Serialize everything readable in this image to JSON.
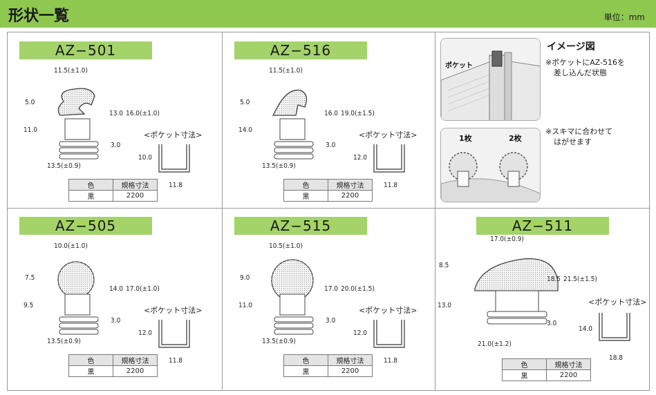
{
  "header": {
    "title": "形状一覧",
    "unit": "単位：mm"
  },
  "spec_table": {
    "col_color": "色",
    "col_size": "規格寸法"
  },
  "products": [
    {
      "id": "AZ-501",
      "label": "AZ−501",
      "dims": {
        "width": "11.5(±1.0)",
        "top_left": "5.0",
        "left": "11.0",
        "inner_h": "13.0",
        "total_h": "16.0(±1.0)",
        "base": "3.0",
        "bottom": "13.5(±0.9)"
      },
      "pocket": {
        "label": "<ポケット寸法>",
        "h": "10.0",
        "w": "11.8"
      },
      "spec": {
        "color": "黒",
        "size": "2200"
      }
    },
    {
      "id": "AZ-516",
      "label": "AZ−516",
      "dims": {
        "width": "11.5(±1.0)",
        "top_left": "5.0",
        "left": "14.0",
        "inner_h": "16.0",
        "total_h": "19.0(±1.5)",
        "base": "3.0",
        "bottom": "13.5(±0.9)"
      },
      "pocket": {
        "label": "<ポケット寸法>",
        "h": "12.0",
        "w": "11.8"
      },
      "spec": {
        "color": "黒",
        "size": "2200"
      }
    },
    {
      "id": "AZ-505",
      "label": "AZ−505",
      "dims": {
        "width": "10.0(±1.0)",
        "top_left": "7.5",
        "left": "9.5",
        "inner_h": "14.0",
        "total_h": "17.0(±1.0)",
        "base": "3.0",
        "bottom": "13.5(±0.9)"
      },
      "pocket": {
        "label": "<ポケット寸法>",
        "h": "12.0",
        "w": "11.8"
      },
      "spec": {
        "color": "黒",
        "size": "2200"
      }
    },
    {
      "id": "AZ-515",
      "label": "AZ−515",
      "dims": {
        "width": "10.5(±1.0)",
        "top_left": "9.0",
        "left": "11.0",
        "inner_h": "17.0",
        "total_h": "20.0(±1.5)",
        "base": "3.0",
        "bottom": "13.5(±0.9)"
      },
      "pocket": {
        "label": "<ポケット寸法>",
        "h": "12.0",
        "w": "11.8"
      },
      "spec": {
        "color": "黒",
        "size": "2200"
      }
    },
    {
      "id": "AZ-511",
      "label": "AZ−511",
      "dims": {
        "width": "17.0(±0.9)",
        "top_left": "8.5",
        "left": "13.0",
        "inner_h": "18.5",
        "total_h": "21.5(±1.5)",
        "base": "3.0",
        "bottom": "21.0(±1.2)"
      },
      "pocket": {
        "label": "<ポケット寸法>",
        "h": "14.0",
        "w": "18.8"
      },
      "spec": {
        "color": "黒",
        "size": "2200"
      }
    }
  ],
  "image_panel": {
    "title": "イメージ図",
    "note1_line1": "※ポケットにAZ-516を",
    "note1_line2": "差し込んだ状態",
    "note2_line1": "※スキマに合わせて",
    "note2_line2": "はがせます",
    "photo1_label": "ポケット",
    "photo2_label_a": "1枚",
    "photo2_label_b": "2枚"
  },
  "colors": {
    "header_bg": "#8fc84f",
    "label_bg": "#a4d36a"
  }
}
